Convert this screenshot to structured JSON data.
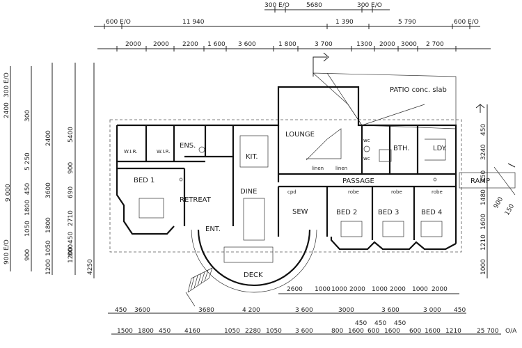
{
  "plan": {
    "rooms": {
      "bed1": "BED 1",
      "retreat": "RETREAT",
      "dine": "DINE",
      "kit": "KIT.",
      "lounge": "LOUNGE",
      "passage": "PASSAGE",
      "bth": "BTH.",
      "ldy": "LDY.",
      "ens": "ENS.",
      "wir1": "W.I.R.",
      "wir2": "W.I.R.",
      "sew": "SEW",
      "bed2": "BED 2",
      "bed3": "BED 3",
      "bed4": "BED 4",
      "deck": "DECK",
      "ent": "ENT.",
      "ramp": "RAMP",
      "patio": "PATIO conc. slab",
      "cpd": "cpd",
      "robe1": "robe",
      "robe2": "robe",
      "robe3": "robe",
      "linen1": "linen",
      "linen2": "linen",
      "wc1": "wc",
      "wc2": "wc"
    },
    "dims_top": {
      "row1": [
        "300 E/O",
        "5680",
        "300 E/O"
      ],
      "row2": [
        "600 E/O",
        "11 940",
        "1 390",
        "5 790",
        "600 E/O"
      ],
      "row3": [
        "2000",
        "2000",
        "2200",
        "1 600",
        "3 600",
        "1 800",
        "3 700",
        "1300",
        "2000",
        "3000",
        "2 700"
      ]
    },
    "dims_bottom": {
      "row1": [
        "2600",
        "1000",
        "1000",
        "2000",
        "1000",
        "2000",
        "1000",
        "2000"
      ],
      "row2": [
        "450",
        "3600",
        "3680",
        "4 200",
        "3 600",
        "3000",
        "3 600",
        "3 000",
        "450"
      ],
      "row3": [
        "450",
        "450",
        "450"
      ],
      "row4": [
        "1500",
        "1800",
        "450",
        "4160",
        "1050",
        "2280",
        "1050",
        "3 600",
        "800",
        "1600",
        "600",
        "1600",
        "600",
        "1600",
        "1210",
        "25 700",
        "O/A"
      ]
    },
    "dims_left": {
      "col1": [
        "300 E/O",
        "2400",
        "900 E/O"
      ],
      "col2": [
        "5 250",
        "9 000",
        "900"
      ],
      "col3": [
        "300",
        "2400",
        "450",
        "1800",
        "1050",
        "1200"
      ],
      "col4": [
        "3600",
        "1800",
        "1050",
        "1200"
      ],
      "col5": [
        "5400",
        "900",
        "690",
        "2710",
        "450",
        "800",
        "4250"
      ]
    },
    "dims_right": [
      "450",
      "3240",
      "450",
      "1480",
      "1600",
      "1210",
      "1000",
      "900",
      "150"
    ]
  }
}
